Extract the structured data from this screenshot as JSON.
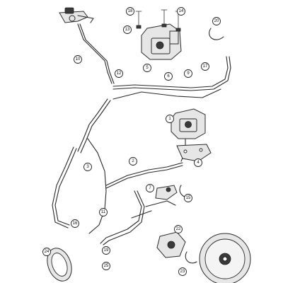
{
  "diagram": {
    "callouts": {
      "c1": "1",
      "c2": "2",
      "c3": "3",
      "c4": "4",
      "c5": "5",
      "c6": "6",
      "c7": "7",
      "c9": "9",
      "c10": "10",
      "c11": "11",
      "c12": "12",
      "c13": "13",
      "c14": "14",
      "c15": "15",
      "c16": "16",
      "c17": "17",
      "c18": "18",
      "c19": "19",
      "c20": "20",
      "c22": "22",
      "c23": "23",
      "c24": "24",
      "c25": "25"
    }
  }
}
